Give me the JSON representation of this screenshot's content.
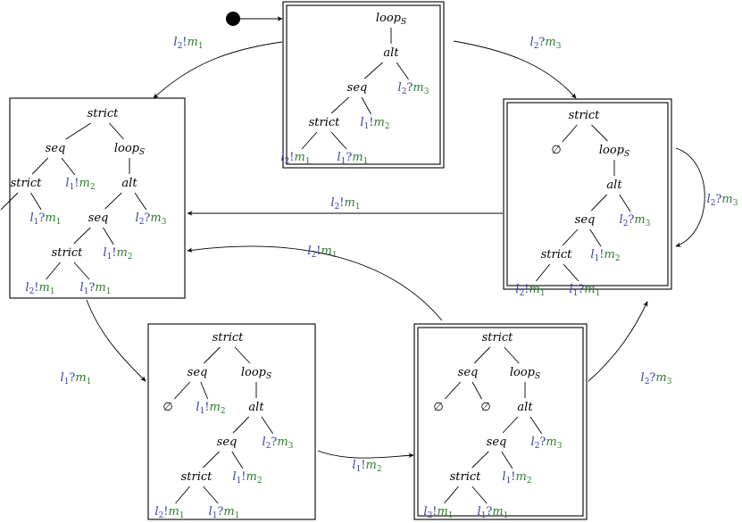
{
  "diagram": {
    "states": [
      {
        "id": "s0",
        "accepting": true,
        "initial": true,
        "tree": {
          "op": "loop",
          "op_sub": "S",
          "children": [
            {
              "op": "alt",
              "children": [
                {
                  "op": "seq",
                  "children": [
                    {
                      "op": "strict",
                      "children": [
                        {
                          "event": [
                            "l",
                            "2",
                            "!",
                            "m",
                            "1"
                          ]
                        },
                        {
                          "event": [
                            "l",
                            "1",
                            "?",
                            "m",
                            "1"
                          ]
                        }
                      ]
                    },
                    {
                      "event": [
                        "l",
                        "1",
                        "!",
                        "m",
                        "2"
                      ]
                    }
                  ]
                },
                {
                  "event": [
                    "l",
                    "2",
                    "?",
                    "m",
                    "3"
                  ]
                }
              ]
            }
          ]
        }
      },
      {
        "id": "s1",
        "accepting": false,
        "initial": false,
        "tree": {
          "op": "strict",
          "children": [
            {
              "op": "seq",
              "children": [
                {
                  "op": "strict",
                  "children": [
                    {
                      "empty": "∅"
                    },
                    {
                      "event": [
                        "l",
                        "1",
                        "?",
                        "m",
                        "1"
                      ]
                    }
                  ]
                },
                {
                  "event": [
                    "l",
                    "1",
                    "!",
                    "m",
                    "2"
                  ]
                }
              ]
            },
            {
              "op": "loop",
              "op_sub": "S",
              "children": [
                {
                  "op": "alt",
                  "children": [
                    {
                      "op": "seq",
                      "children": [
                        {
                          "op": "strict",
                          "children": [
                            {
                              "event": [
                                "l",
                                "2",
                                "!",
                                "m",
                                "1"
                              ]
                            },
                            {
                              "event": [
                                "l",
                                "1",
                                "?",
                                "m",
                                "1"
                              ]
                            }
                          ]
                        },
                        {
                          "event": [
                            "l",
                            "1",
                            "!",
                            "m",
                            "2"
                          ]
                        }
                      ]
                    },
                    {
                      "event": [
                        "l",
                        "2",
                        "?",
                        "m",
                        "3"
                      ]
                    }
                  ]
                }
              ]
            }
          ]
        }
      },
      {
        "id": "s2",
        "accepting": true,
        "initial": false,
        "tree": {
          "op": "strict",
          "children": [
            {
              "empty": "∅"
            },
            {
              "op": "loop",
              "op_sub": "S",
              "children": [
                {
                  "op": "alt",
                  "children": [
                    {
                      "op": "seq",
                      "children": [
                        {
                          "op": "strict",
                          "children": [
                            {
                              "event": [
                                "l",
                                "2",
                                "!",
                                "m",
                                "1"
                              ]
                            },
                            {
                              "event": [
                                "l",
                                "1",
                                "?",
                                "m",
                                "1"
                              ]
                            }
                          ]
                        },
                        {
                          "event": [
                            "l",
                            "1",
                            "!",
                            "m",
                            "2"
                          ]
                        }
                      ]
                    },
                    {
                      "event": [
                        "l",
                        "2",
                        "?",
                        "m",
                        "3"
                      ]
                    }
                  ]
                }
              ]
            }
          ]
        }
      },
      {
        "id": "s3",
        "accepting": false,
        "initial": false,
        "tree": {
          "op": "strict",
          "children": [
            {
              "op": "seq",
              "children": [
                {
                  "empty": "∅"
                },
                {
                  "event": [
                    "l",
                    "1",
                    "!",
                    "m",
                    "2"
                  ]
                }
              ]
            },
            {
              "op": "loop",
              "op_sub": "S",
              "children": [
                {
                  "op": "alt",
                  "children": [
                    {
                      "op": "seq",
                      "children": [
                        {
                          "op": "strict",
                          "children": [
                            {
                              "event": [
                                "l",
                                "2",
                                "!",
                                "m",
                                "1"
                              ]
                            },
                            {
                              "event": [
                                "l",
                                "1",
                                "?",
                                "m",
                                "1"
                              ]
                            }
                          ]
                        },
                        {
                          "event": [
                            "l",
                            "1",
                            "!",
                            "m",
                            "2"
                          ]
                        }
                      ]
                    },
                    {
                      "event": [
                        "l",
                        "2",
                        "?",
                        "m",
                        "3"
                      ]
                    }
                  ]
                }
              ]
            }
          ]
        }
      },
      {
        "id": "s4",
        "accepting": true,
        "initial": false,
        "tree": {
          "op": "strict",
          "children": [
            {
              "op": "seq",
              "children": [
                {
                  "empty": "∅"
                },
                {
                  "empty": "∅"
                }
              ]
            },
            {
              "op": "loop",
              "op_sub": "S",
              "children": [
                {
                  "op": "alt",
                  "children": [
                    {
                      "op": "seq",
                      "children": [
                        {
                          "op": "strict",
                          "children": [
                            {
                              "event": [
                                "l",
                                "2",
                                "!",
                                "m",
                                "1"
                              ]
                            },
                            {
                              "event": [
                                "l",
                                "1",
                                "?",
                                "m",
                                "1"
                              ]
                            }
                          ]
                        },
                        {
                          "event": [
                            "l",
                            "1",
                            "!",
                            "m",
                            "2"
                          ]
                        }
                      ]
                    },
                    {
                      "event": [
                        "l",
                        "2",
                        "?",
                        "m",
                        "3"
                      ]
                    }
                  ]
                }
              ]
            }
          ]
        }
      }
    ],
    "transitions": [
      {
        "id": "t0",
        "from": "s0",
        "to": "s1",
        "label": [
          "l",
          "2",
          "!",
          "m",
          "1"
        ]
      },
      {
        "id": "t1",
        "from": "s0",
        "to": "s2",
        "label": [
          "l",
          "2",
          "?",
          "m",
          "3"
        ]
      },
      {
        "id": "t2",
        "from": "s2",
        "to": "s2",
        "label": [
          "l",
          "2",
          "?",
          "m",
          "3"
        ]
      },
      {
        "id": "t3",
        "from": "s2",
        "to": "s1",
        "label": [
          "l",
          "2",
          "!",
          "m",
          "1"
        ]
      },
      {
        "id": "t4",
        "from": "s4",
        "to": "s1",
        "label": [
          "l",
          "2",
          "!",
          "m",
          "1"
        ]
      },
      {
        "id": "t5",
        "from": "s1",
        "to": "s3",
        "label": [
          "l",
          "1",
          "?",
          "m",
          "1"
        ]
      },
      {
        "id": "t6",
        "from": "s3",
        "to": "s4",
        "label": [
          "l",
          "1",
          "!",
          "m",
          "2"
        ]
      },
      {
        "id": "t7",
        "from": "s4",
        "to": "s2",
        "label": [
          "l",
          "2",
          "?",
          "m",
          "3"
        ]
      }
    ]
  }
}
